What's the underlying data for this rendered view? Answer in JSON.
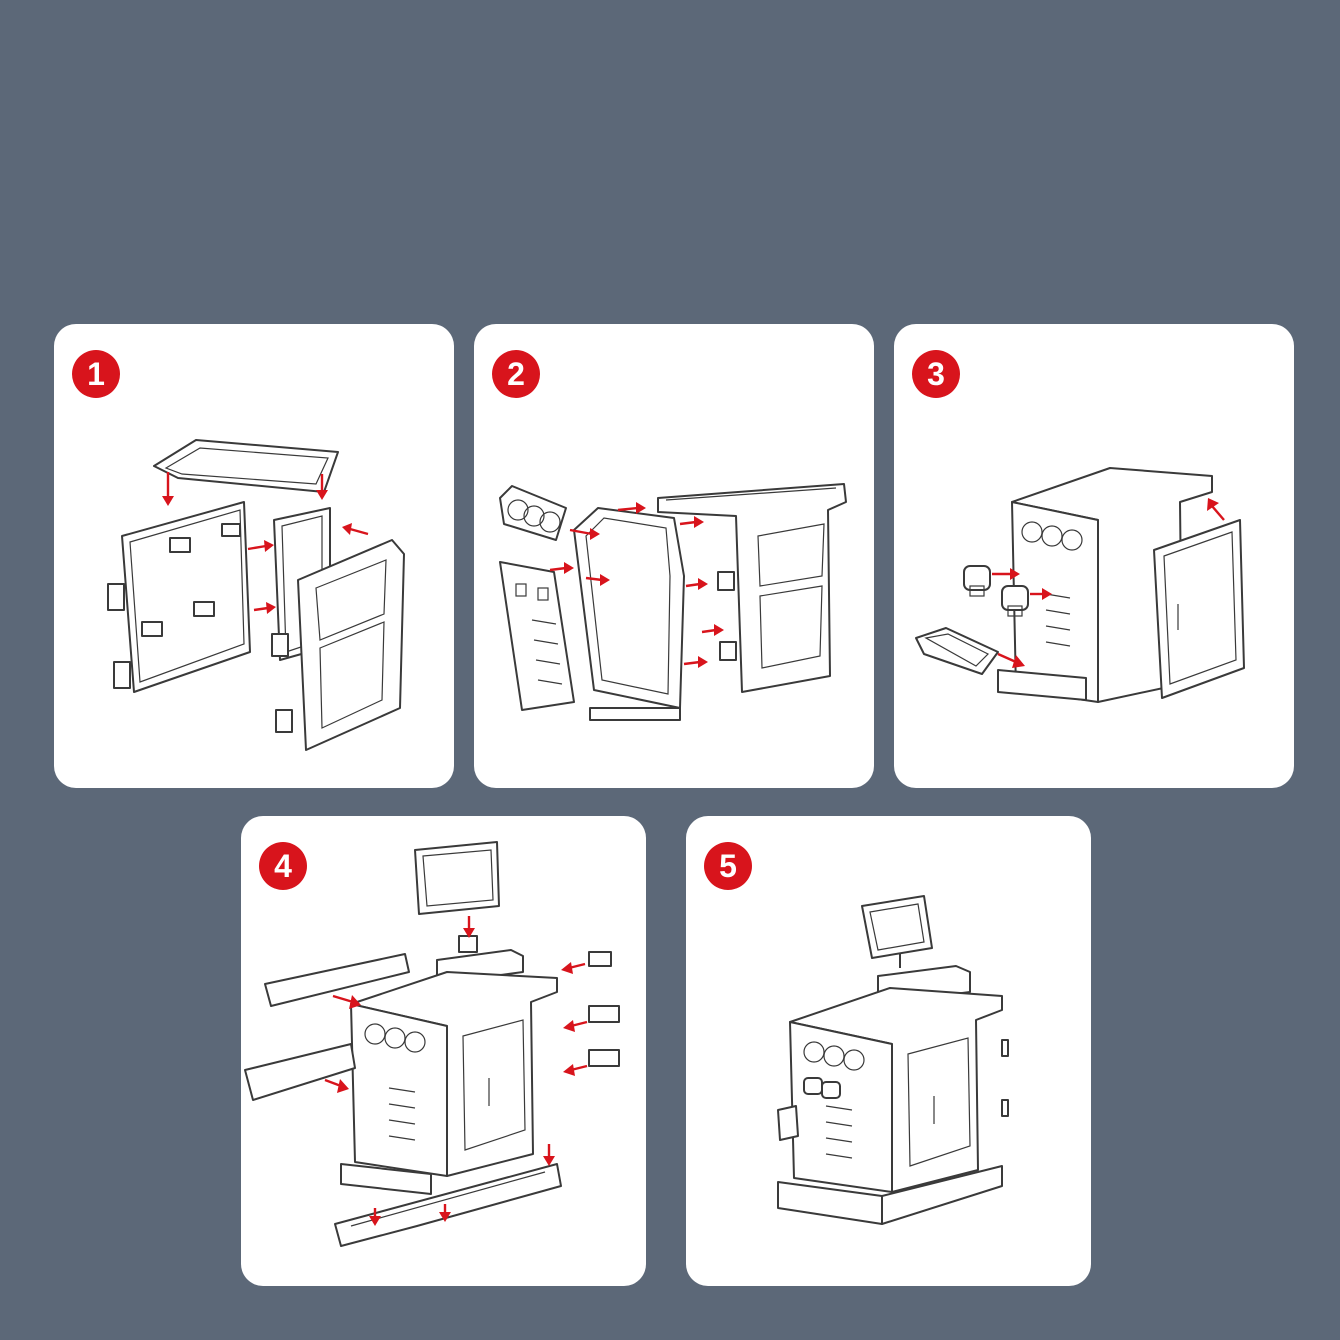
{
  "steps": [
    {
      "number": "1"
    },
    {
      "number": "2"
    },
    {
      "number": "3"
    },
    {
      "number": "4"
    },
    {
      "number": "5"
    }
  ],
  "colors": {
    "background": "#5c6878",
    "panel": "#ffffff",
    "badge": "#d8141c",
    "arrow": "#d8141c",
    "line_art": "#3a3a3a"
  }
}
